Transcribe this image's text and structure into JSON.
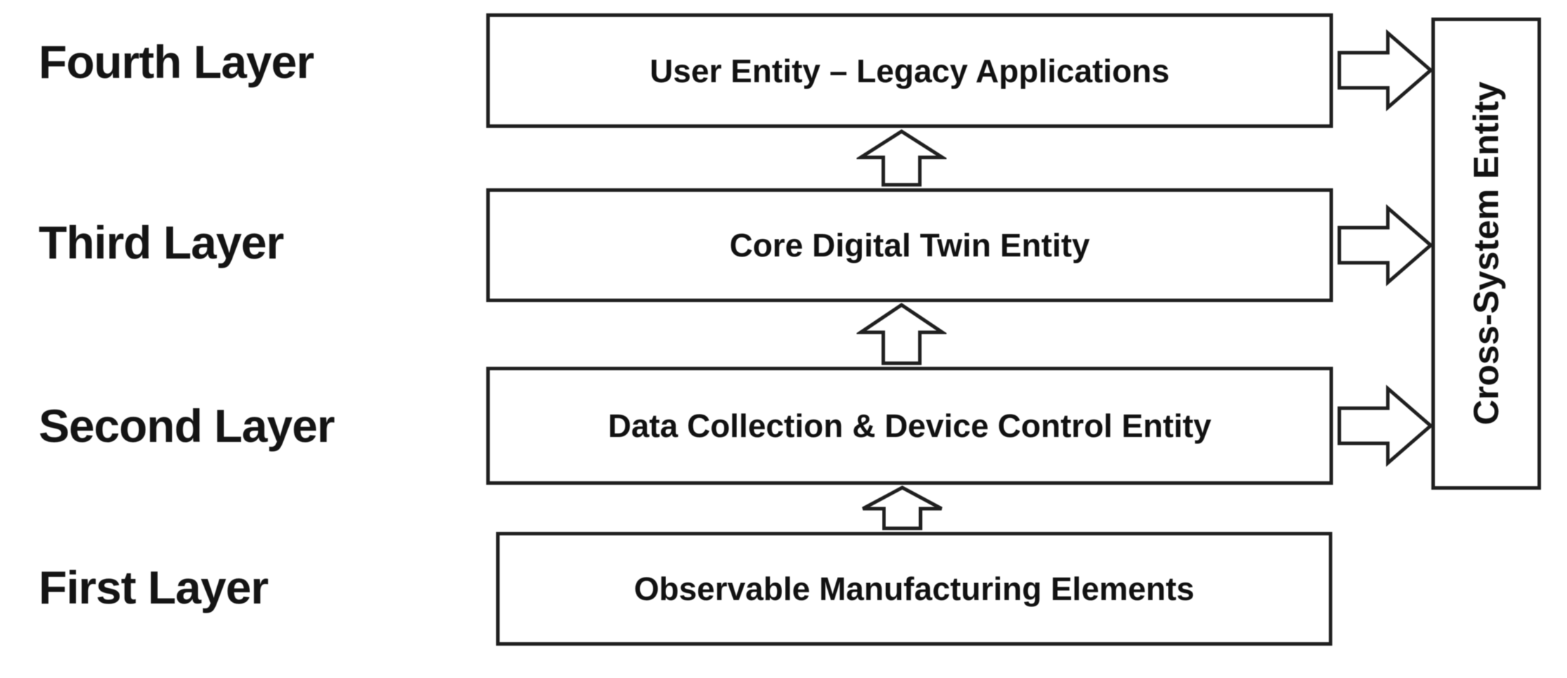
{
  "diagram": {
    "background": "#ffffff",
    "line_color": "#1f1f1f",
    "text_color": "#111111",
    "layers": [
      {
        "label": "Fourth Layer",
        "box": "User Entity – Legacy Applications"
      },
      {
        "label": "Third Layer",
        "box": "Core Digital Twin Entity"
      },
      {
        "label": "Second Layer",
        "box": "Data Collection & Device Control Entity"
      },
      {
        "label": "First Layer",
        "box": "Observable Manufacturing Elements"
      }
    ],
    "side_box_label": "Cross-System Entity",
    "icons": {
      "up_arrow": "up-arrow-icon",
      "right_arrow": "right-arrow-icon"
    }
  }
}
